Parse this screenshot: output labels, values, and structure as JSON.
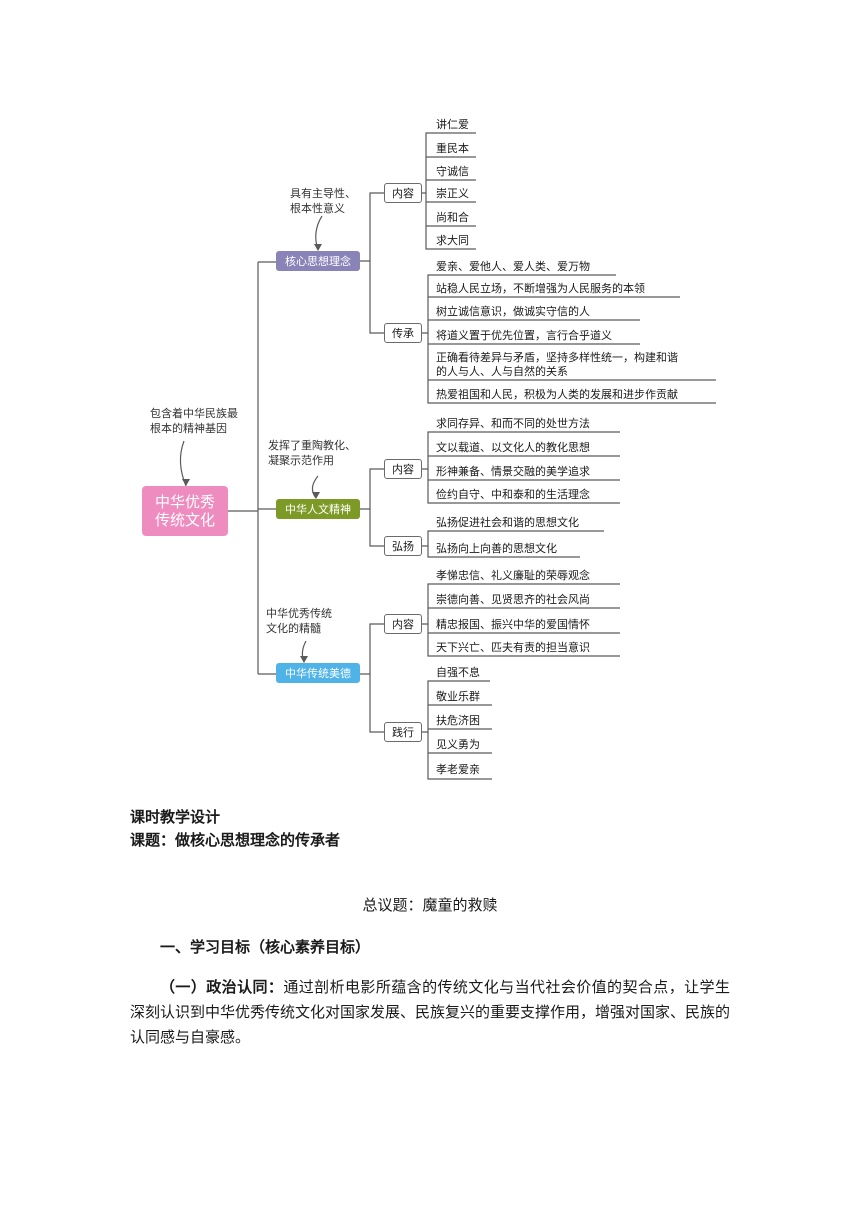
{
  "mindmap": {
    "root": "中华优秀传统文化",
    "root_note": "包含着中华民族最\n根本的精神基因",
    "branches": [
      {
        "label": "核心思想理念",
        "note": "具有主导性、\n根本性意义",
        "groups": [
          {
            "label": "内容",
            "items": [
              "讲仁爱",
              "重民本",
              "守诚信",
              "崇正义",
              "尚和合",
              "求大同"
            ]
          },
          {
            "label": "传承",
            "items": [
              "爱亲、爱他人、爱人类、爱万物",
              "站稳人民立场，不断增强为人民服务的本领",
              "树立诚信意识，做诚实守信的人",
              "将道义置于优先位置，言行合乎道义",
              "正确看待差异与矛盾，坚持多样性统一，构建和谐",
              "的人与人、人与自然的关系",
              "热爱祖国和人民，积极为人类的发展和进步作贡献"
            ]
          }
        ]
      },
      {
        "label": "中华人文精神",
        "note": "发挥了重陶教化、\n凝聚示范作用",
        "groups": [
          {
            "label": "内容",
            "items": [
              "求同存异、和而不同的处世方法",
              "文以载道、以文化人的教化思想",
              "形神兼备、情景交融的美学追求",
              "俭约自守、中和泰和的生活理念"
            ]
          },
          {
            "label": "弘扬",
            "items": [
              "弘扬促进社会和谐的思想文化",
              "弘扬向上向善的思想文化"
            ]
          }
        ]
      },
      {
        "label": "中华传统美德",
        "note": "中华优秀传统\n文化的精髓",
        "groups": [
          {
            "label": "内容",
            "items": [
              "孝悌忠信、礼义廉耻的荣辱观念",
              "崇德向善、见贤思齐的社会风尚",
              "精忠报国、振兴中华的爱国情怀",
              "天下兴亡、匹夫有责的担当意识"
            ]
          },
          {
            "label": "践行",
            "items": [
              "自强不息",
              "敬业乐群",
              "扶危济困",
              "见义勇为",
              "孝老爱亲"
            ]
          }
        ]
      }
    ]
  },
  "doc": {
    "heading1": "课时教学设计",
    "heading2": "课题：做核心思想理念的传承者",
    "topic": "总议题：魔童的救赎",
    "section1": "一、学习目标（核心素养目标）",
    "para_label": "（一）政治认同：",
    "para_text": "通过剖析电影所蕴含的传统文化与当代社会价值的契合点，让学生深刻认识到中华优秀传统文化对国家发展、民族复兴的重要支撑作用，增强对国家、民族的认同感与自豪感。"
  },
  "colors": {
    "root": "#ef8cbf",
    "branch1": "#8a83b8",
    "branch2": "#7e9a26",
    "branch3": "#4fb3e8",
    "line": "#666666"
  }
}
